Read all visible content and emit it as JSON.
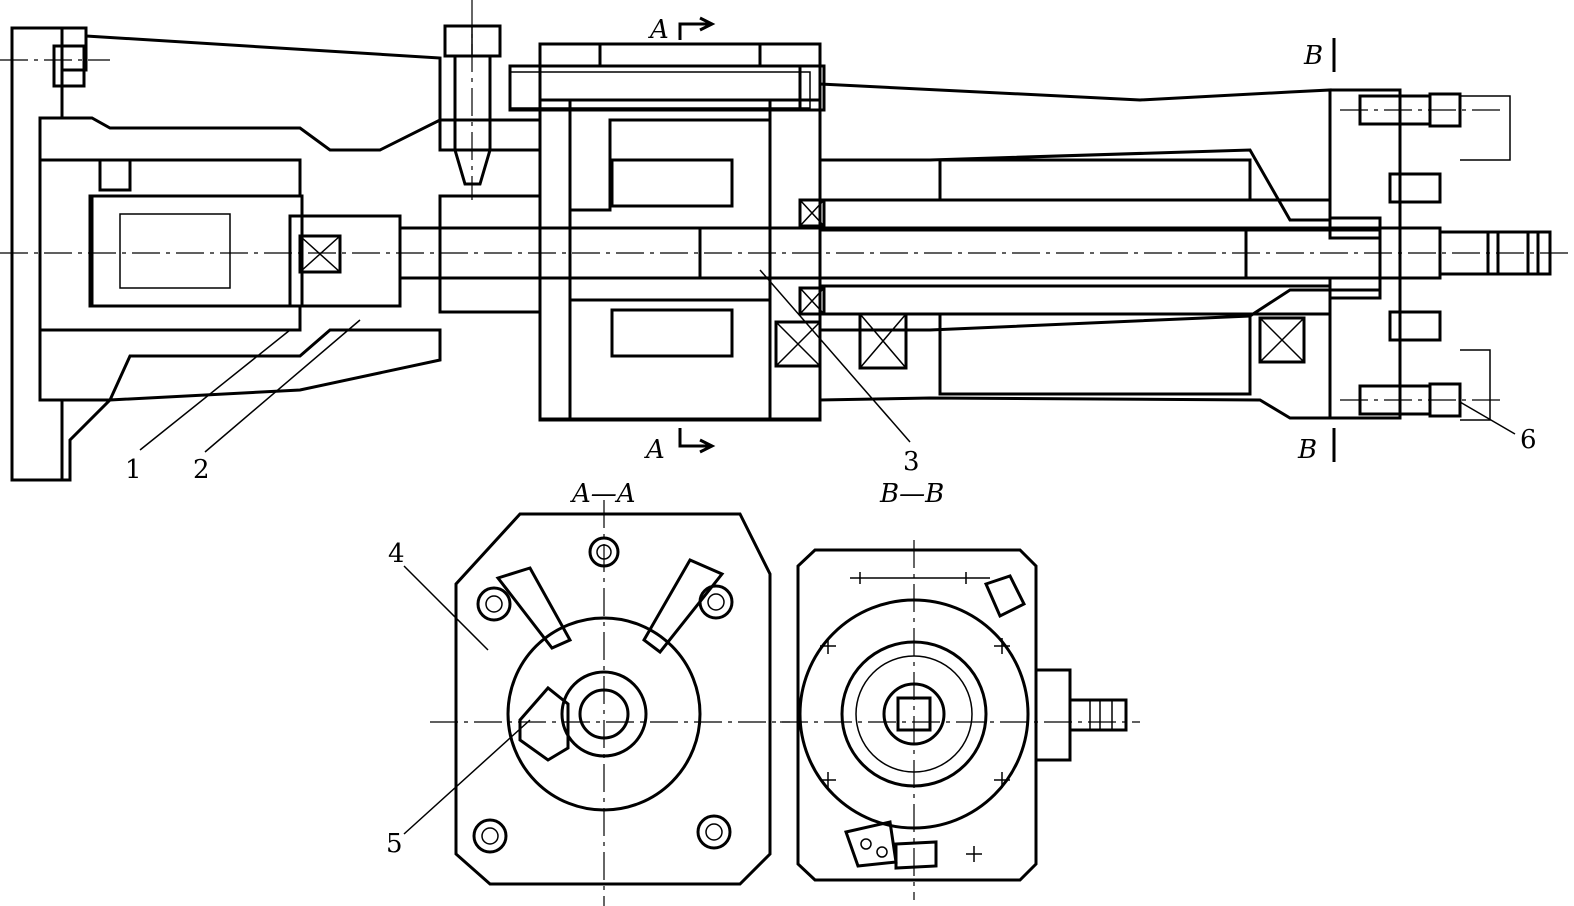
{
  "part_labels": [
    "1",
    "2",
    "3",
    "4",
    "5",
    "6"
  ],
  "section_marks": {
    "a_top": "A",
    "a_bottom": "A",
    "b_top": "B",
    "b_bottom": "B"
  },
  "section_titles": {
    "a": "A—A",
    "b": "B—B"
  }
}
